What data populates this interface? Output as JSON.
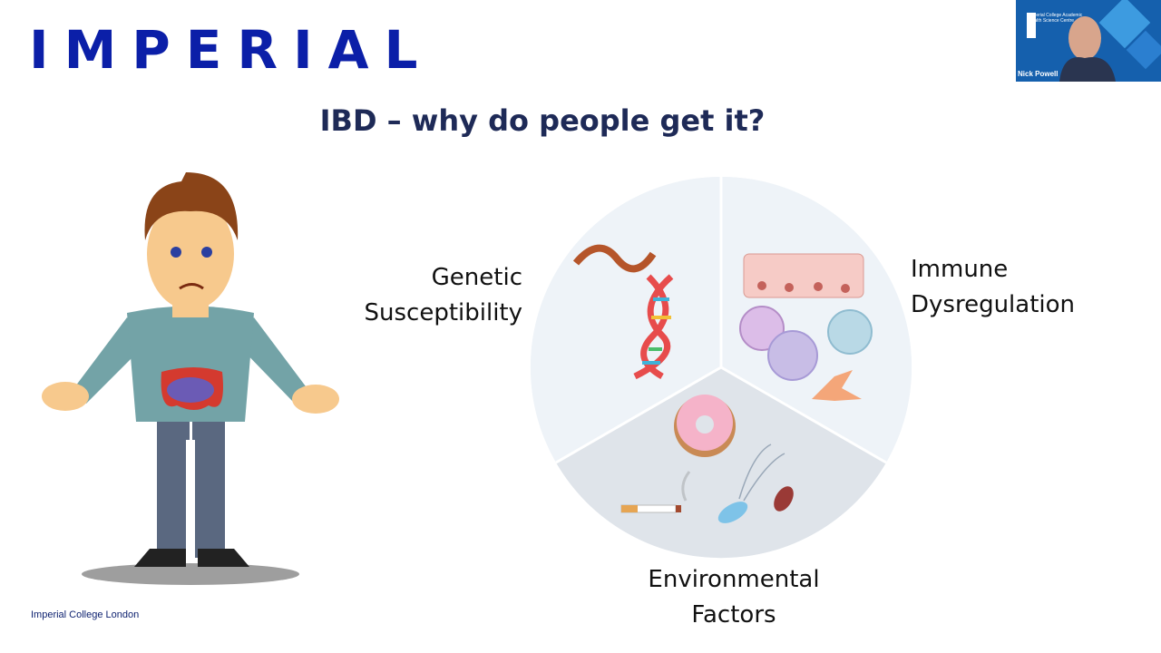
{
  "slide": {
    "logo": "IMPERIAL",
    "title": "IBD – why do people get it?",
    "footer": "Imperial College London"
  },
  "diagram": {
    "segments": [
      {
        "line1": "Genetic",
        "line2": "Susceptibility"
      },
      {
        "line1": "Immune",
        "line2": "Dysregulation"
      },
      {
        "line1": "Environmental",
        "line2": "Factors"
      }
    ]
  },
  "webcam": {
    "participant_name": "Nick Powell",
    "badge_text": "Imperial College Academic Health Science Centre"
  },
  "colors": {
    "logo_blue": "#0b1fa8",
    "title_navy": "#1e2a57"
  }
}
